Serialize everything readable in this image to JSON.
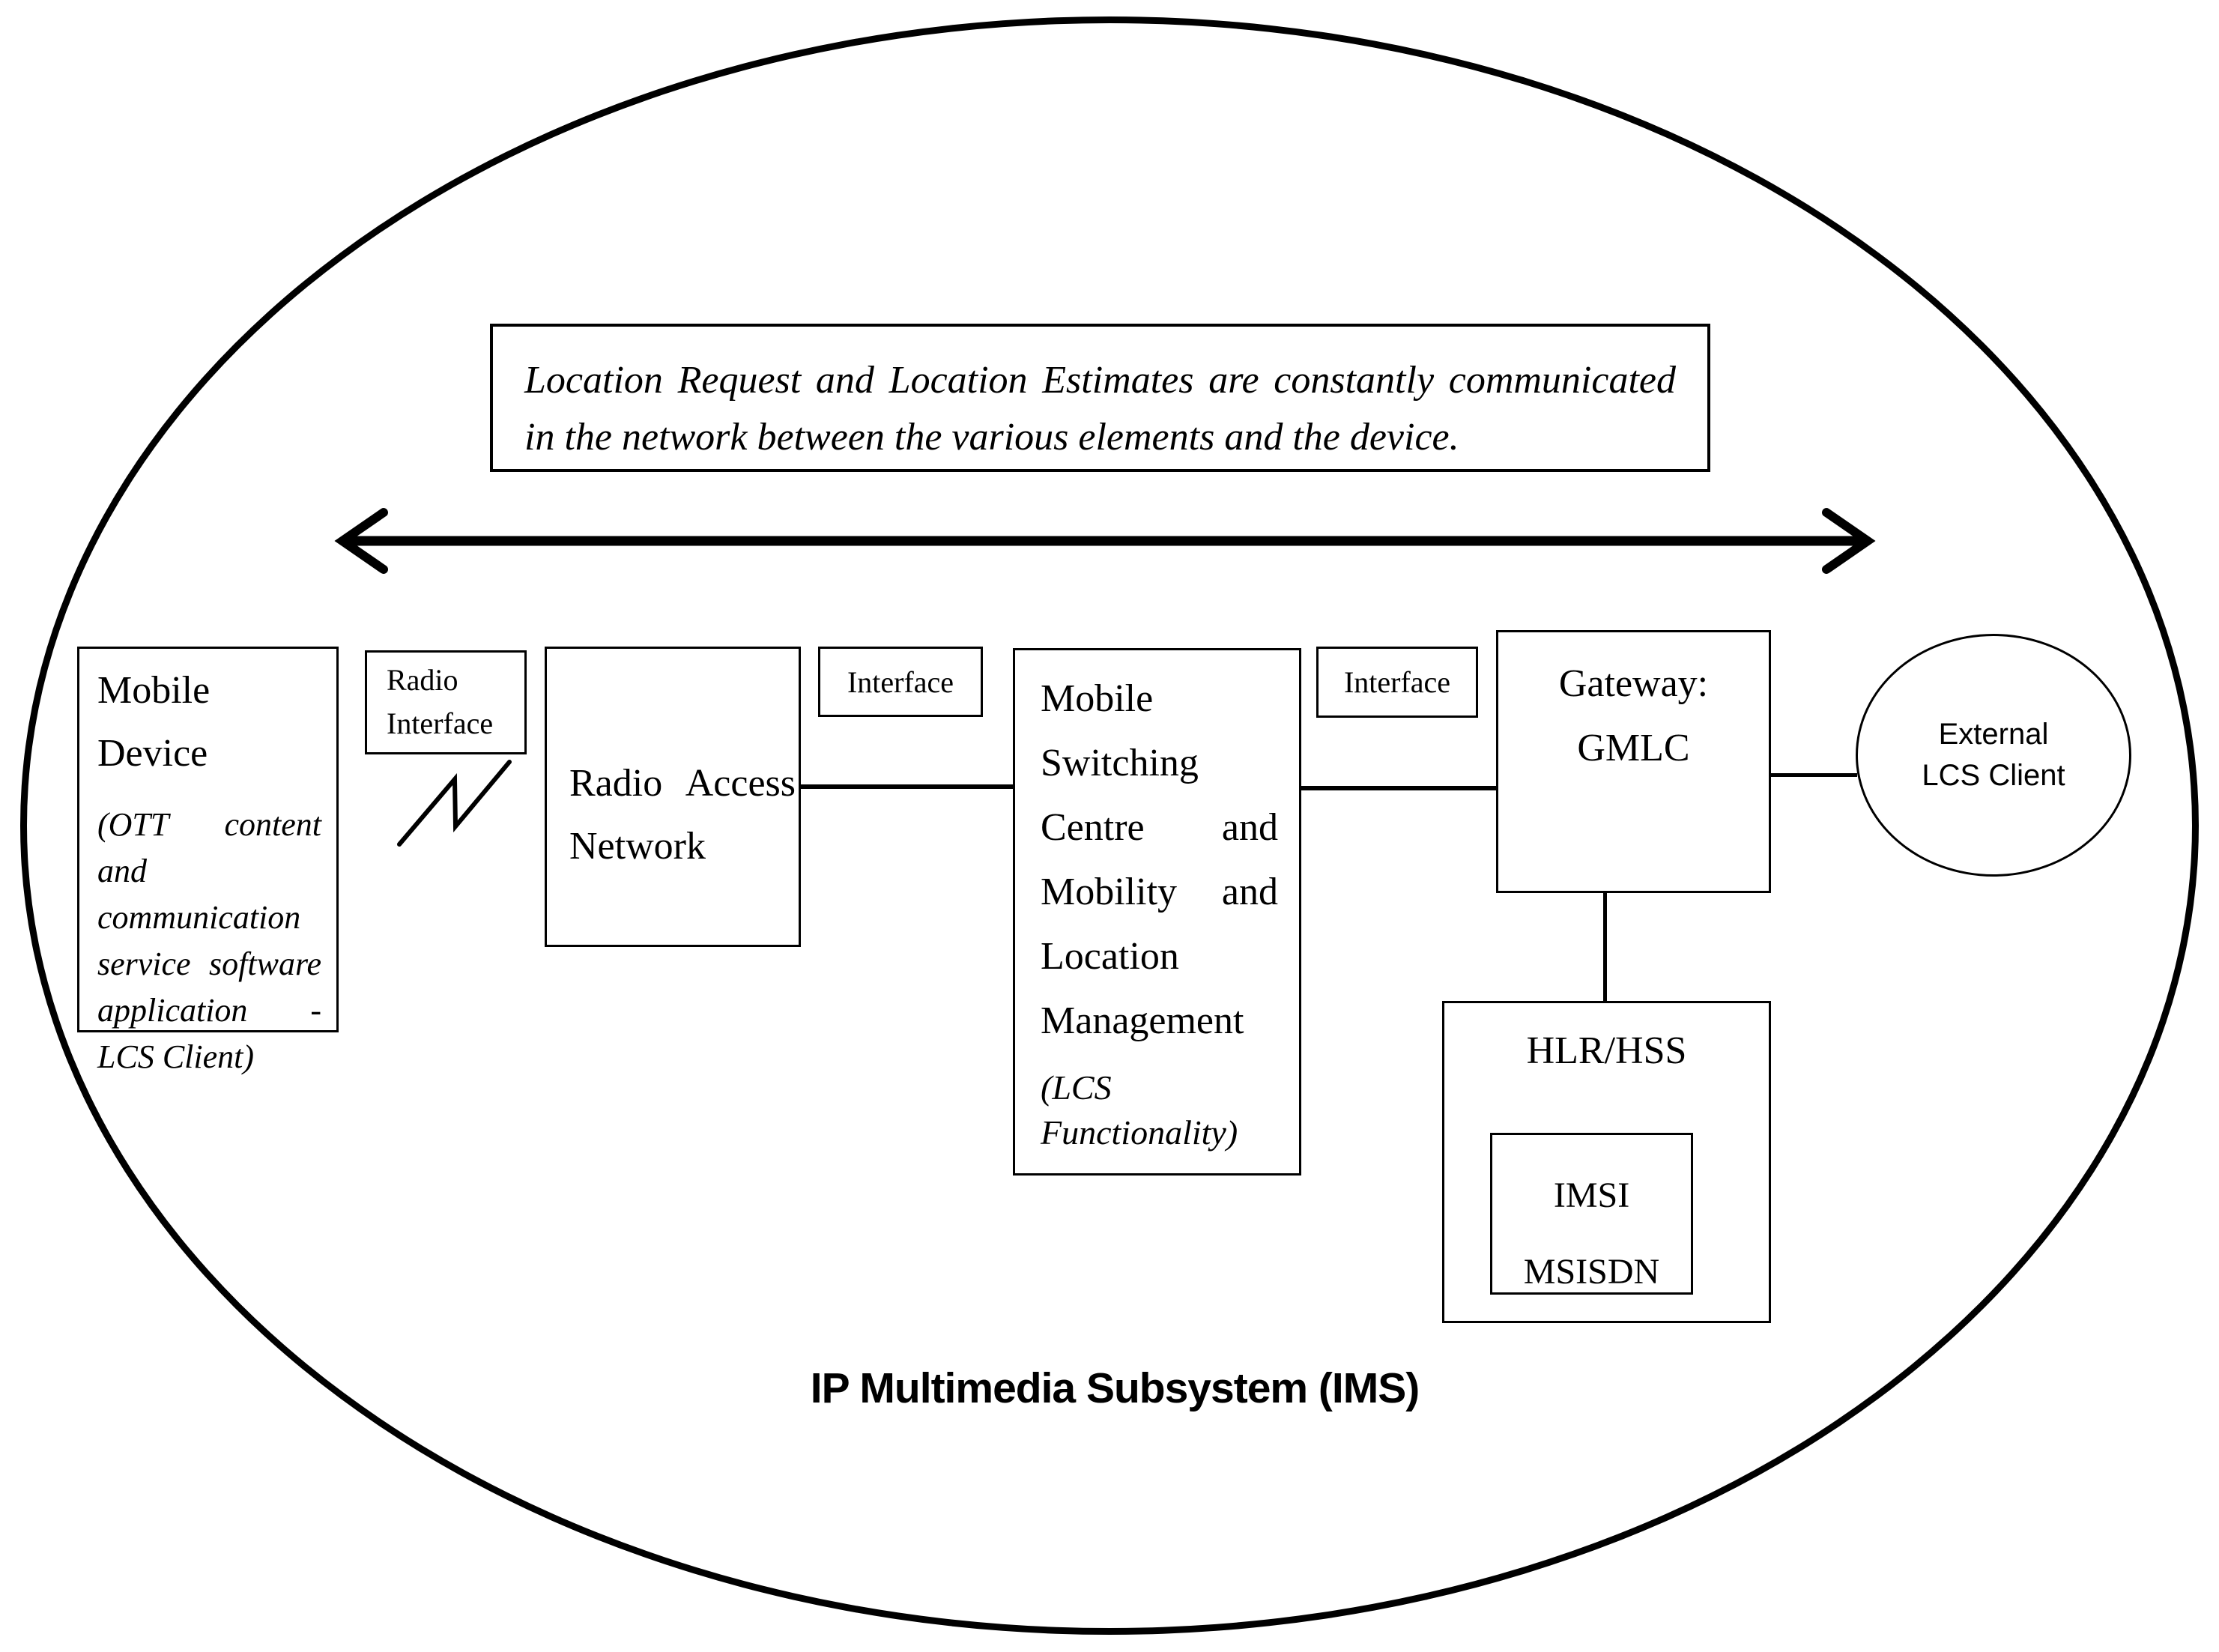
{
  "diagram": {
    "colors": {
      "ink": "#000000",
      "background": "#ffffff"
    },
    "note": {
      "line1": "Location Request and Location Estimates are constantly communicated",
      "line2": "in the network between the various elements and the device."
    },
    "nodes": {
      "mobile_device": {
        "title_line1": "Mobile",
        "title_line2": "Device",
        "subtitle": "(OTT content and communication service software application - LCS Client)"
      },
      "radio_interface": {
        "line1": "Radio",
        "line2": "Interface"
      },
      "radio_access_network": {
        "label": "Radio Access Network"
      },
      "interface_left": {
        "label": "Interface"
      },
      "msc": {
        "label": "Mobile Switching Centre and Mobility and Location Management",
        "subtitle": "(LCS Functionality)"
      },
      "interface_right": {
        "label": "Interface"
      },
      "gateway": {
        "line1": "Gateway:",
        "line2": "GMLC"
      },
      "external_lcs_client": {
        "line1": "External",
        "line2": "LCS Client"
      },
      "hlr_hss": {
        "label": "HLR/HSS"
      },
      "imsi_msisdn": {
        "line1": "IMSI",
        "line2": "MSISDN"
      }
    },
    "ims_label": "IP Multimedia Subsystem (IMS)"
  }
}
